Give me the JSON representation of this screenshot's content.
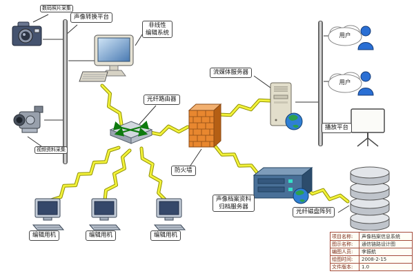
{
  "labels": {
    "photo_capture": "数码照片采集",
    "av_platform": "声像转换平台",
    "nle_system": "非线性\n编辑系统",
    "video_capture": "视频资料采集",
    "fiber_router": "光纤路由器",
    "firewall": "防火墙",
    "streaming_server": "流媒体服务器",
    "user_top": "用户",
    "user_bottom": "用户",
    "playback_platform": "播放平台",
    "archive_server": "声像档案资料\n归档服务器",
    "disk_array": "光纤磁盘阵列",
    "edit_pc1": "编辑用机",
    "edit_pc2": "编辑用机",
    "edit_pc3": "编辑用机"
  },
  "title_block": {
    "rows": [
      {
        "label": "项目名称:",
        "value": "声像档案信息系统"
      },
      {
        "label": "图示名称:",
        "value": "通信链路设计图"
      },
      {
        "label": "编图人员:",
        "value": "李振航"
      },
      {
        "label": "绘图时间:",
        "value": "2008-2-15"
      },
      {
        "label": "文件版本:",
        "value": "1.0"
      }
    ]
  },
  "colors": {
    "bolt": "#f2f23a",
    "bolt_edge": "#8f8f00",
    "line": "#333333",
    "firewall_orange": "#e8872f",
    "globe_blue": "#2f7fd4",
    "person_blue": "#2a6fd4"
  },
  "connections": {
    "lines": [
      [
        62,
        57,
        91,
        57
      ],
      [
        99,
        88,
        138,
        88
      ],
      [
        64,
        174,
        91,
        174
      ],
      [
        428,
        148,
        461,
        148
      ],
      [
        469,
        52,
        480,
        52
      ],
      [
        469,
        118,
        480,
        118
      ],
      [
        469,
        186,
        512,
        180
      ],
      [
        70,
        21,
        48,
        32
      ],
      [
        112,
        36,
        96,
        50
      ],
      [
        206,
        50,
        196,
        66
      ],
      [
        60,
        212,
        40,
        198
      ],
      [
        226,
        153,
        202,
        180
      ],
      [
        276,
        240,
        292,
        216
      ],
      [
        368,
        110,
        396,
        130
      ],
      [
        490,
        308,
        506,
        298
      ]
    ],
    "bolts": [
      [
        176,
        180,
        148,
        124
      ],
      [
        218,
        192,
        272,
        184
      ],
      [
        318,
        166,
        392,
        146
      ],
      [
        312,
        212,
        374,
        252
      ],
      [
        442,
        272,
        504,
        292
      ],
      [
        172,
        214,
        74,
        290
      ],
      [
        188,
        218,
        152,
        290
      ],
      [
        205,
        215,
        240,
        290
      ]
    ]
  }
}
